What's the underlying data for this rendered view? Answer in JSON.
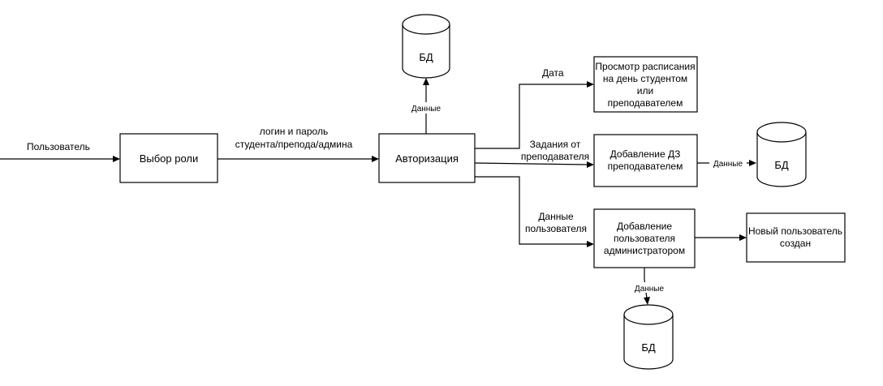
{
  "nodes": {
    "role": {
      "label": "Выбор роли"
    },
    "auth": {
      "label": "Авторизация"
    },
    "schedule": {
      "label": [
        "Просмотр расписания",
        "на день студентом",
        "или",
        "преподавателем"
      ]
    },
    "hw": {
      "label": [
        "Добавление ДЗ",
        "преподавателем"
      ]
    },
    "adduser": {
      "label": [
        "Добавление",
        "пользователя",
        "администратором"
      ]
    },
    "newuser": {
      "label": [
        "Новый пользователь",
        "создан"
      ]
    },
    "db_top": {
      "label": "БД"
    },
    "db_right": {
      "label": "БД"
    },
    "db_bottom": {
      "label": "БД"
    }
  },
  "edges": {
    "user_in": "Пользователь",
    "login": [
      "логин и пароль",
      "студента/препода/админа"
    ],
    "auth_db": "Данные",
    "date": "Дата",
    "tasks": [
      "Задания от",
      "преподавателя"
    ],
    "hw_db": "Данные",
    "user_data": [
      "Данные",
      "пользователя"
    ],
    "adduser_db": "Данные"
  }
}
